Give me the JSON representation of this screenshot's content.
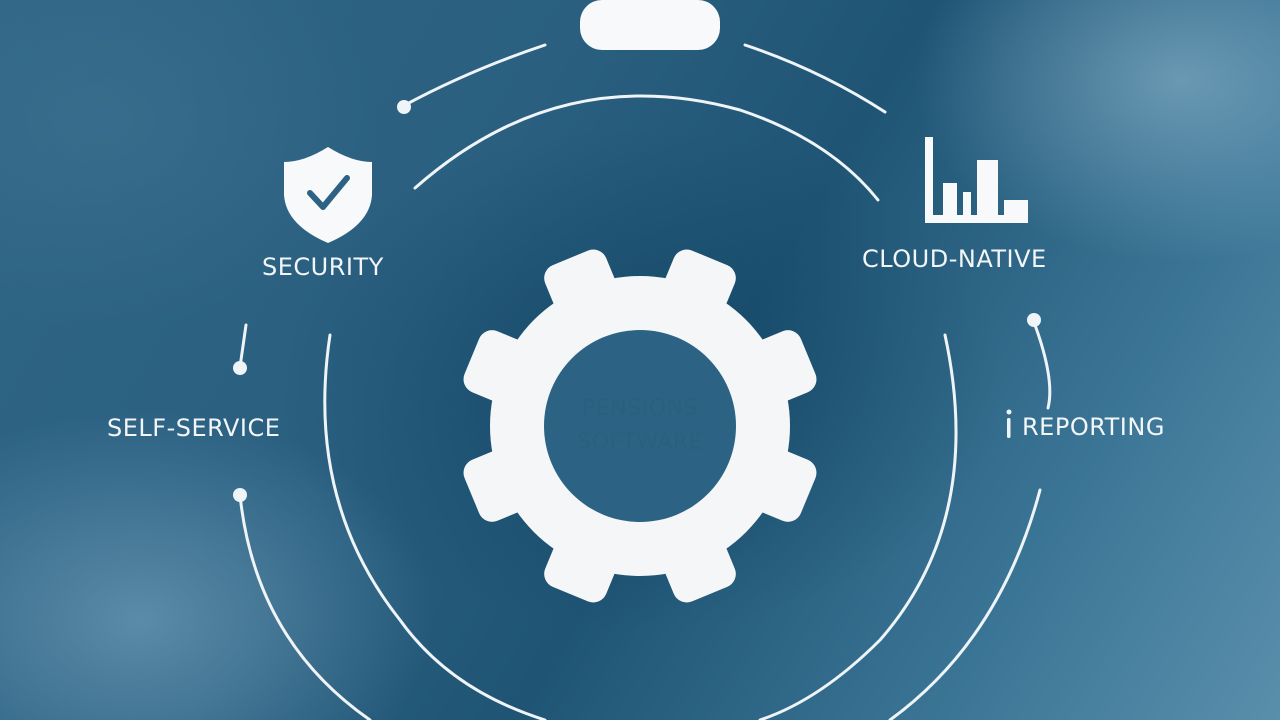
{
  "center": {
    "line1": "PENSIONS",
    "line2": "SOFTWARE"
  },
  "nodes": {
    "security": "SECURITY",
    "cloud_native": "CLOUD-NATIVE",
    "self_service": "SELF-SERVICE",
    "reporting": "REPORTING"
  },
  "icons": [
    "cloud-icon",
    "shield-check-icon",
    "bar-chart-icon",
    "gear-icon"
  ],
  "colors": {
    "background": "#2a5f80",
    "foreground": "#f2f6f8",
    "center_text": "#2b5f7f"
  }
}
